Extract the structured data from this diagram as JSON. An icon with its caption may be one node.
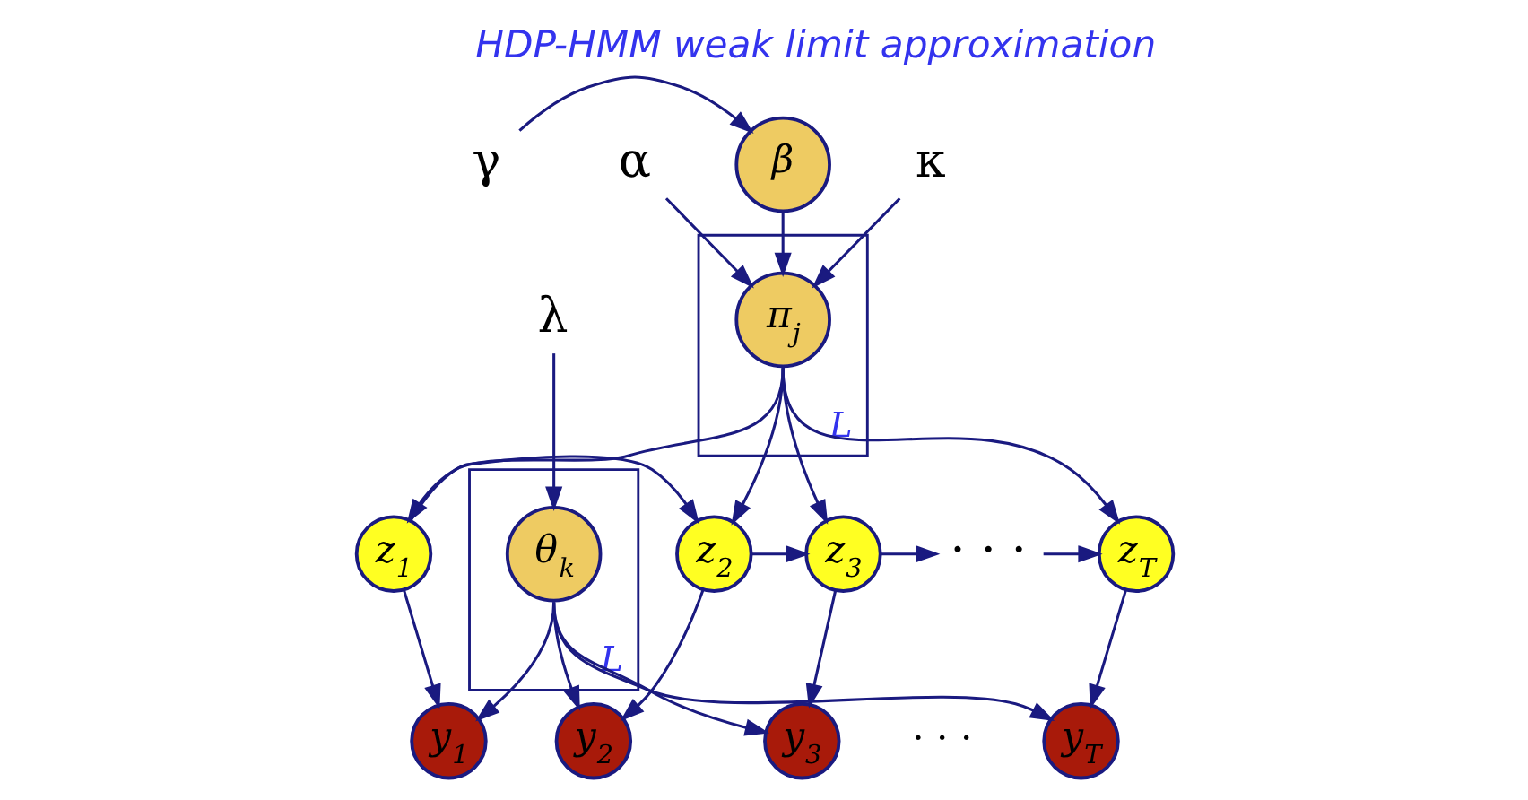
{
  "diagram": {
    "title": "HDP-HMM weak limit approximation",
    "nodes": [
      {
        "text": [
          "γ"
        ]
      },
      {
        "text": [
          "β"
        ]
      },
      {
        "text": [
          "κ"
        ]
      },
      {
        "text": [
          "L"
        ]
      },
      {
        "text": [
          "π$_{j}$"
        ],
        "in": 3
      },
      {
        "text": [
          "α"
        ]
      },
      {
        "text": [
          "z$_{1}$"
        ]
      },
      {
        "text": [
          "z$_{2}$"
        ]
      },
      {
        "text": [
          "z$_{3}$"
        ]
      },
      {
        "text": [
          "· · ·"
        ]
      },
      {
        "text": [
          "z$_{T}$"
        ]
      },
      {
        "text": [
          "λ"
        ]
      },
      {
        "text": [
          "L"
        ]
      },
      {
        "text": [
          "θ$_{k}$"
        ],
        "in": 12
      },
      {
        "text": [
          "y$_{1}$"
        ]
      },
      {
        "text": [
          "y$_{2}$"
        ]
      },
      {
        "text": [
          "y$_{3}$"
        ]
      },
      {
        "text": [
          "y$_{T}$"
        ]
      }
    ],
    "edges": [
      {
        "from": 0,
        "to": 1,
        "arrow": "to"
      },
      {
        "from": 1,
        "to": 4,
        "arrow": "to"
      },
      {
        "from": 2,
        "to": 4,
        "arrow": "to"
      },
      {
        "from": 5,
        "to": 4,
        "arrow": "to"
      },
      {
        "from": 4,
        "to": 6,
        "arrow": "to"
      },
      {
        "from": 4,
        "to": 7,
        "arrow": "to"
      },
      {
        "from": 4,
        "to": 8,
        "arrow": "to"
      },
      {
        "from": 4,
        "to": 10,
        "arrow": "to"
      },
      {
        "from": 6,
        "to": 7,
        "arrow": "to"
      },
      {
        "from": 7,
        "to": 8,
        "arrow": "to"
      },
      {
        "from": 8,
        "to": 9,
        "arrow": "to"
      },
      {
        "from": 9,
        "to": 10,
        "arrow": "to"
      },
      {
        "from": 6,
        "to": 14,
        "arrow": "to"
      },
      {
        "from": 7,
        "to": 15,
        "arrow": "to"
      },
      {
        "from": 8,
        "to": 16,
        "arrow": "to"
      },
      {
        "from": 10,
        "to": 17,
        "arrow": "to"
      },
      {
        "from": 11,
        "to": 13,
        "arrow": "to"
      },
      {
        "from": 13,
        "to": 14,
        "arrow": "to"
      },
      {
        "from": 13,
        "to": 15,
        "arrow": "to"
      },
      {
        "from": 13,
        "to": 16,
        "arrow": "to"
      },
      {
        "from": 13,
        "to": 17,
        "arrow": "to"
      }
    ],
    "labels": [
      "· · ·"
    ]
  }
}
